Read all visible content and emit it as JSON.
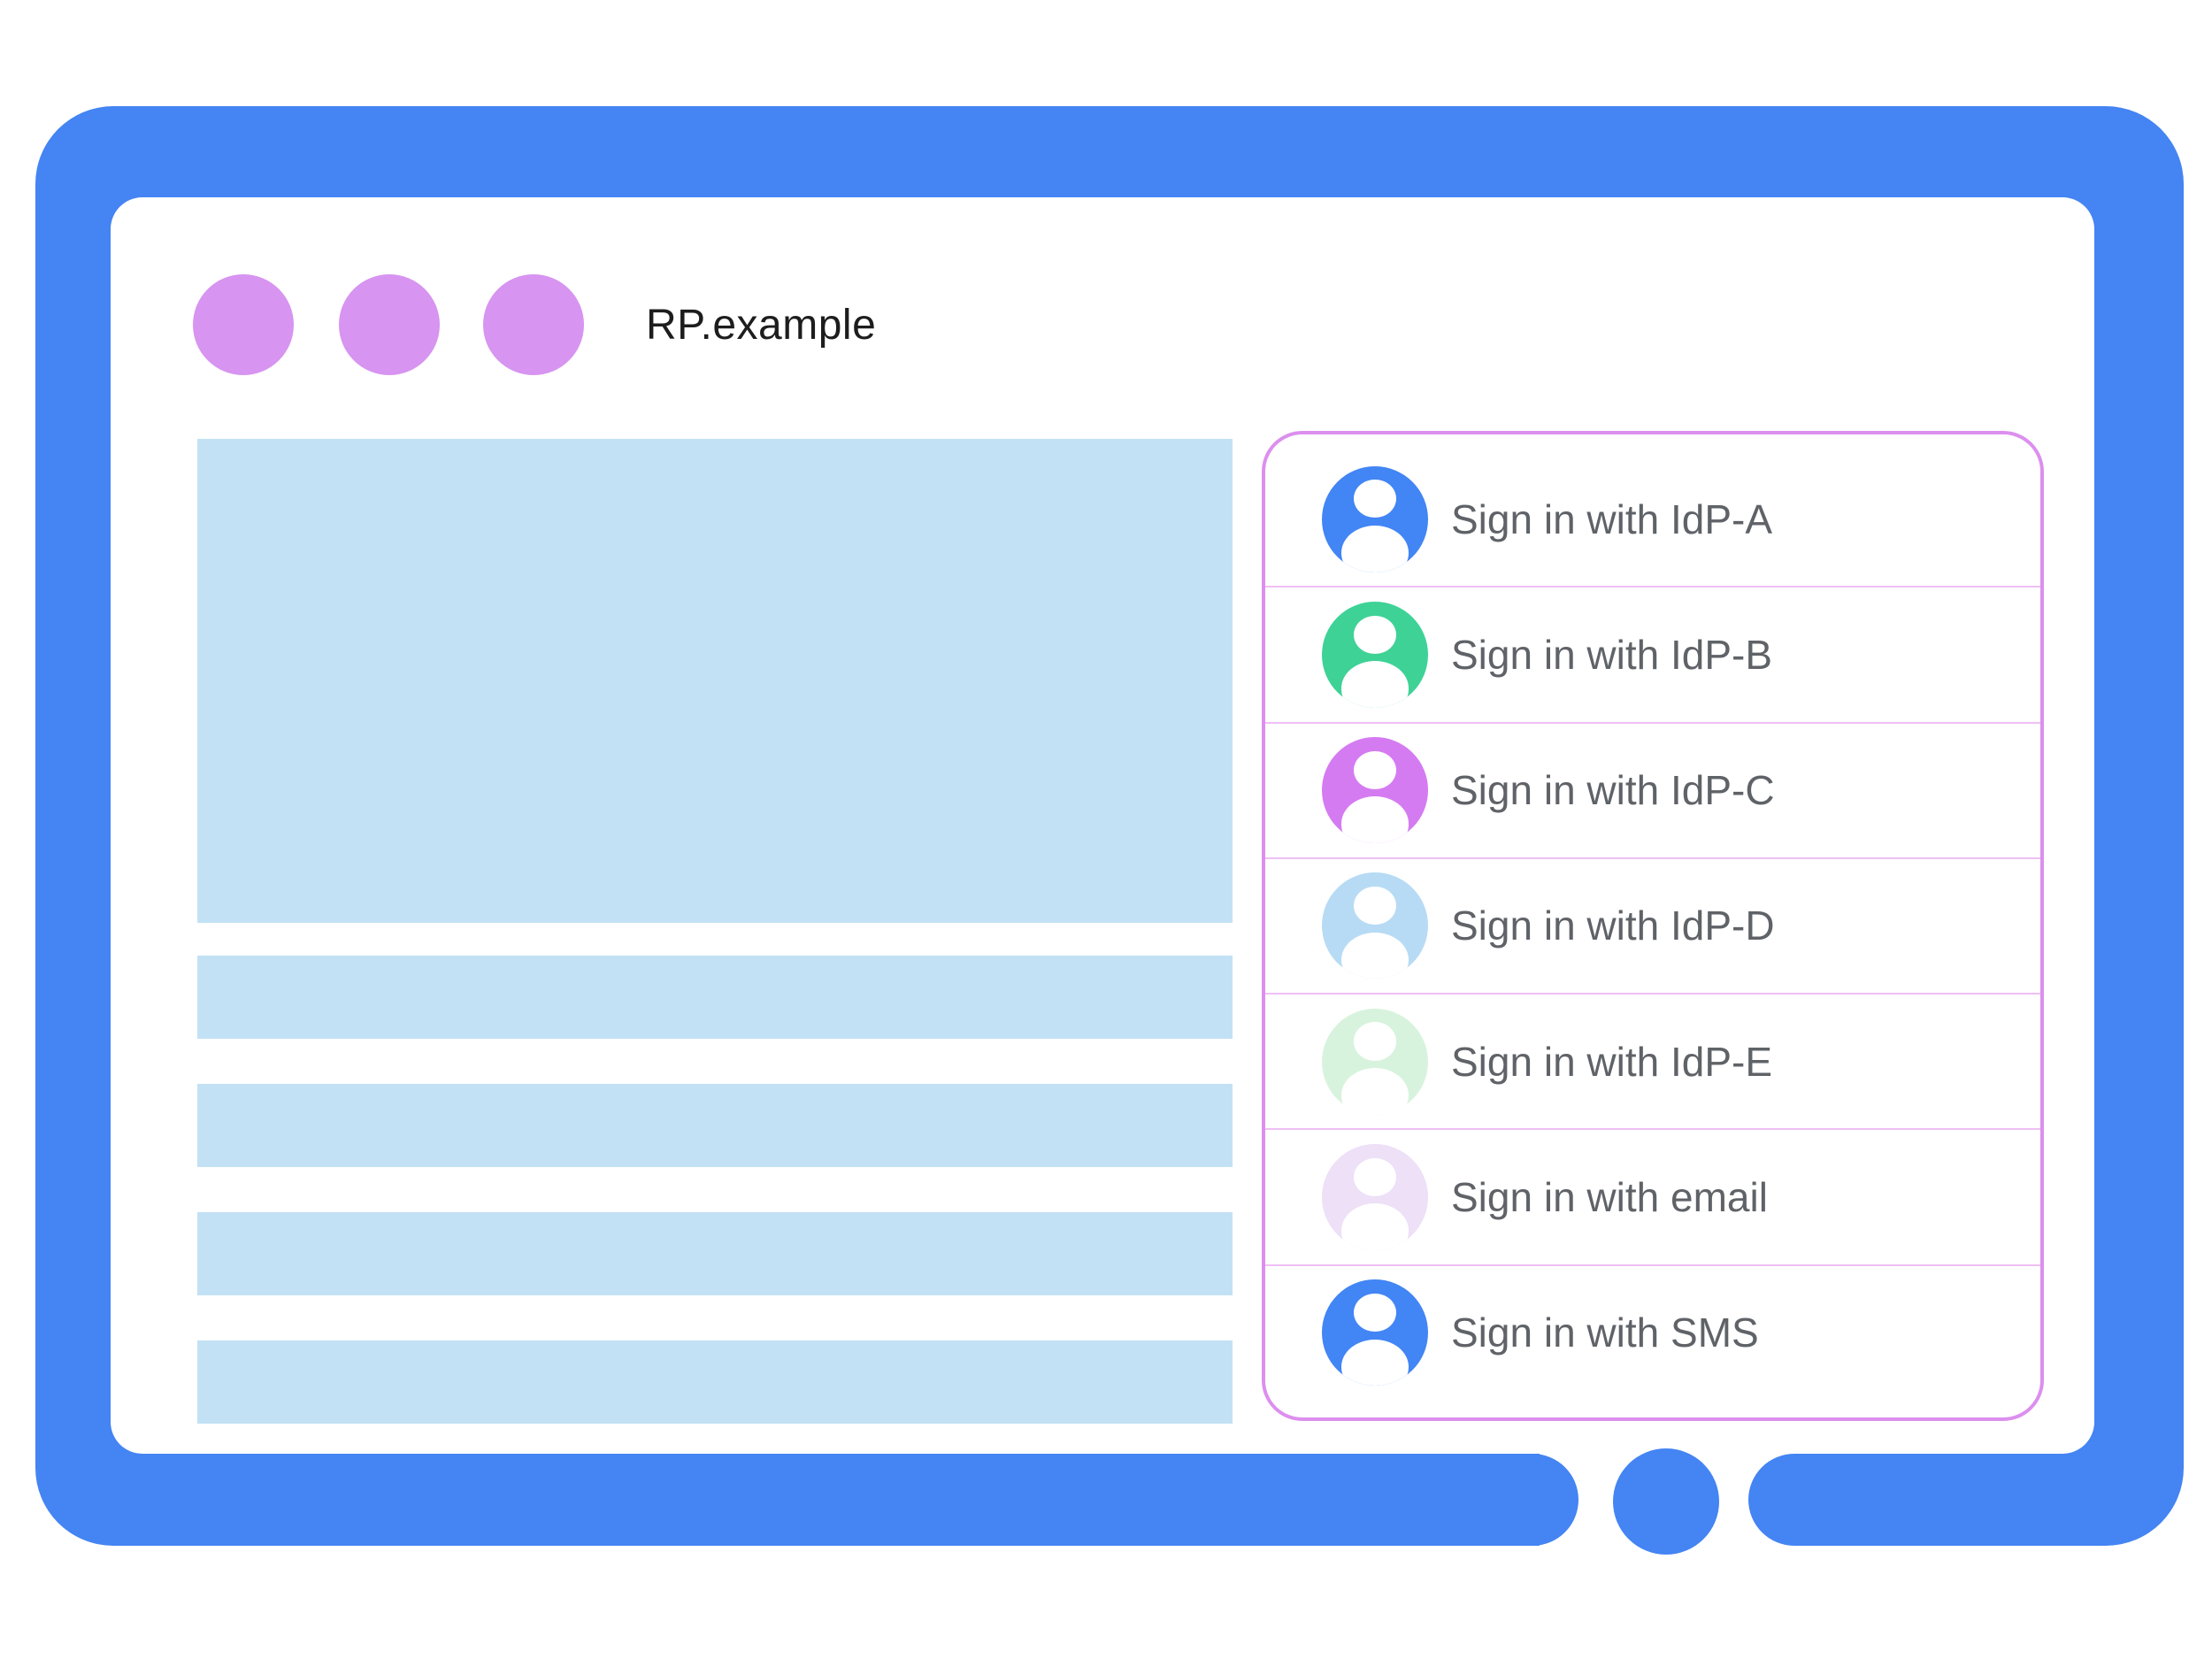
{
  "browser": {
    "title": "RP.example",
    "window_dots_count": 3
  },
  "signin_panel": {
    "items": [
      {
        "label": "Sign in with IdP-A",
        "icon": "user-avatar-icon",
        "avatar_color": "#4285F4"
      },
      {
        "label": "Sign in with IdP-B",
        "icon": "user-avatar-icon",
        "avatar_color": "#3ED296"
      },
      {
        "label": "Sign in with IdP-C",
        "icon": "user-avatar-icon",
        "avatar_color": "#D57BF2"
      },
      {
        "label": "Sign in with IdP-D",
        "icon": "user-avatar-icon",
        "avatar_color": "#B7DBF4"
      },
      {
        "label": "Sign in with IdP-E",
        "icon": "user-avatar-icon",
        "avatar_color": "#D8F3DD"
      },
      {
        "label": "Sign in with email",
        "icon": "user-avatar-icon",
        "avatar_color": "#EDE0F7"
      },
      {
        "label": "Sign in with SMS",
        "icon": "user-avatar-icon",
        "avatar_color": "#4285F4"
      }
    ]
  },
  "colors": {
    "device_frame": "#4484F3",
    "window_dot": "#D794F0",
    "content_placeholder": "#C2E1F5",
    "panel_border": "#DC8FEE",
    "panel_divider": "#EFBFF4",
    "label_text": "#5F6368",
    "title_text": "#1d1d1d"
  }
}
